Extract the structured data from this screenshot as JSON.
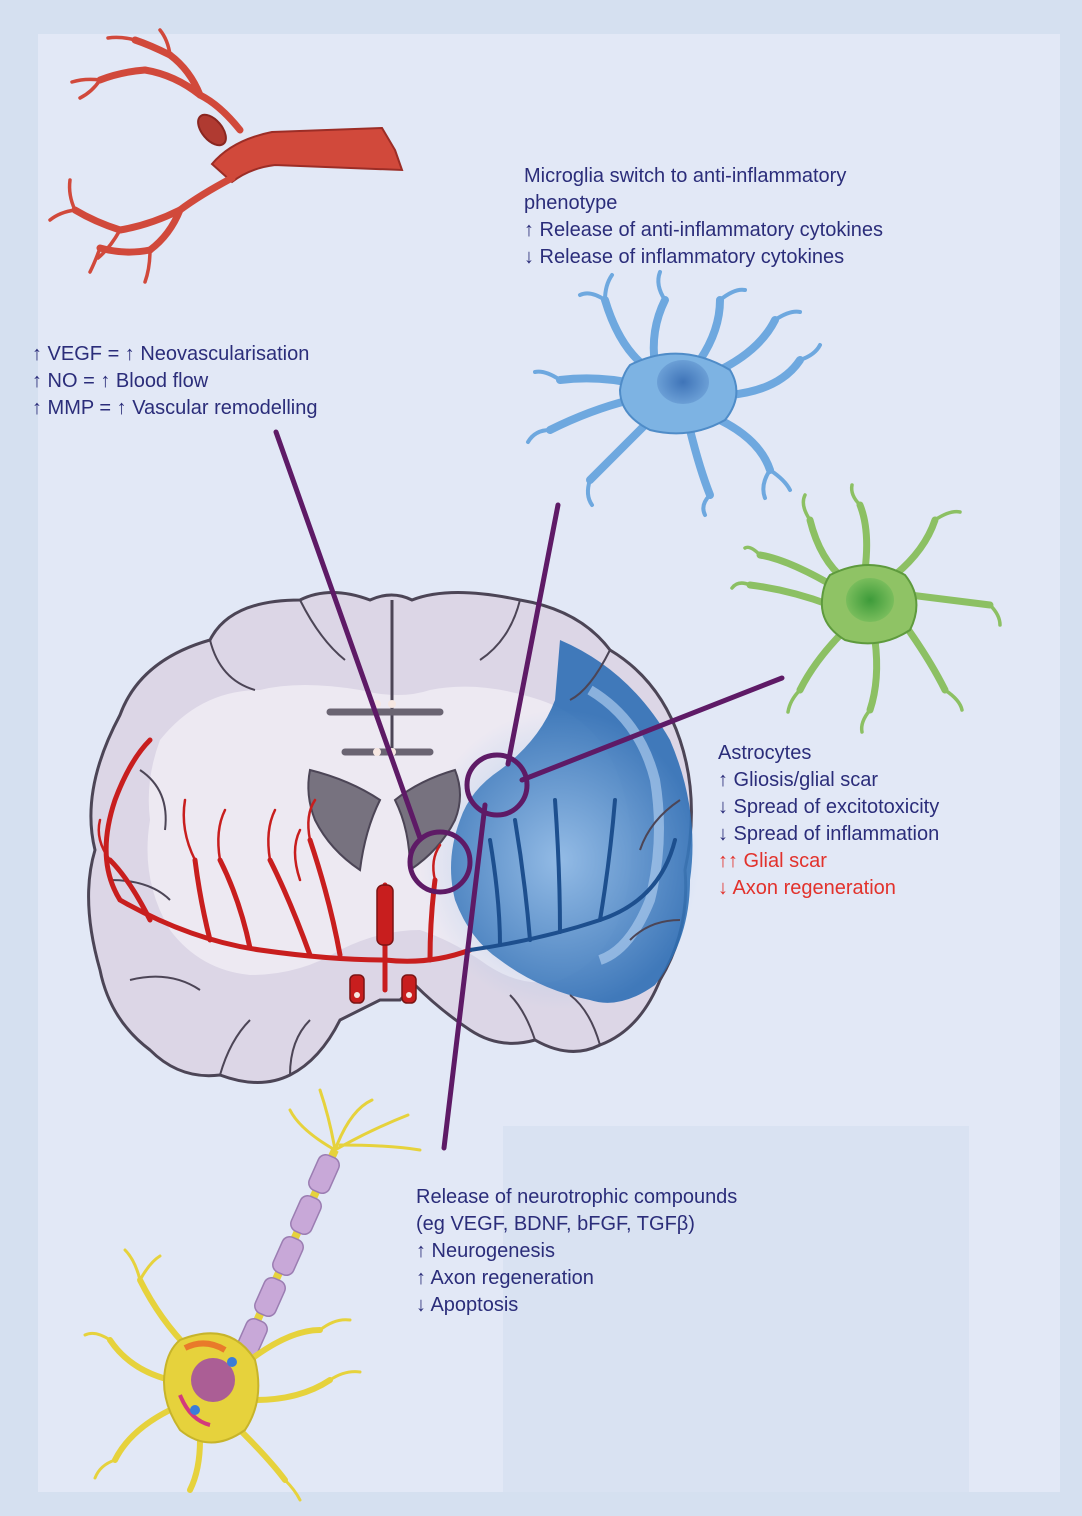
{
  "labels": {
    "microglia": {
      "line1": "Microglia switch to anti-inflammatory",
      "line2": "phenotype",
      "line3": "↑ Release of anti-inflammatory cytokines",
      "line4": "↓ Release of inflammatory cytokines"
    },
    "vascular": {
      "line1": "↑ VEGF = ↑ Neovascularisation",
      "line2": "↑ NO = ↑ Blood flow",
      "line3": "↑ MMP = ↑ Vascular remodelling"
    },
    "astrocytes": {
      "line1": "Astrocytes",
      "line2": "↑ Gliosis/glial scar",
      "line3": "↓ Spread of excitotoxicity",
      "line4": "↓ Spread of inflammation",
      "line5": "↑↑ Glial scar",
      "line6": "↓ Axon regeneration"
    },
    "neurotrophic": {
      "line1": "Release of neurotrophic compounds",
      "line2": "(eg VEGF, BDNF, bFGF, TGFβ)",
      "line3": "↑ Neurogenesis",
      "line4": "↑ Axon regeneration",
      "line5": "↓ Apoptosis"
    }
  },
  "colors": {
    "text": "#2b2d7a",
    "highlight_text": "#e2322c",
    "connector": "#5e1a66",
    "artery": "#d1493b",
    "microglia_cell": "#7db3e3",
    "astrocyte_cell": "#8fc365",
    "neuron_cell": "#e6d23c",
    "brain_ischemic_region": "#3a7cc1"
  }
}
